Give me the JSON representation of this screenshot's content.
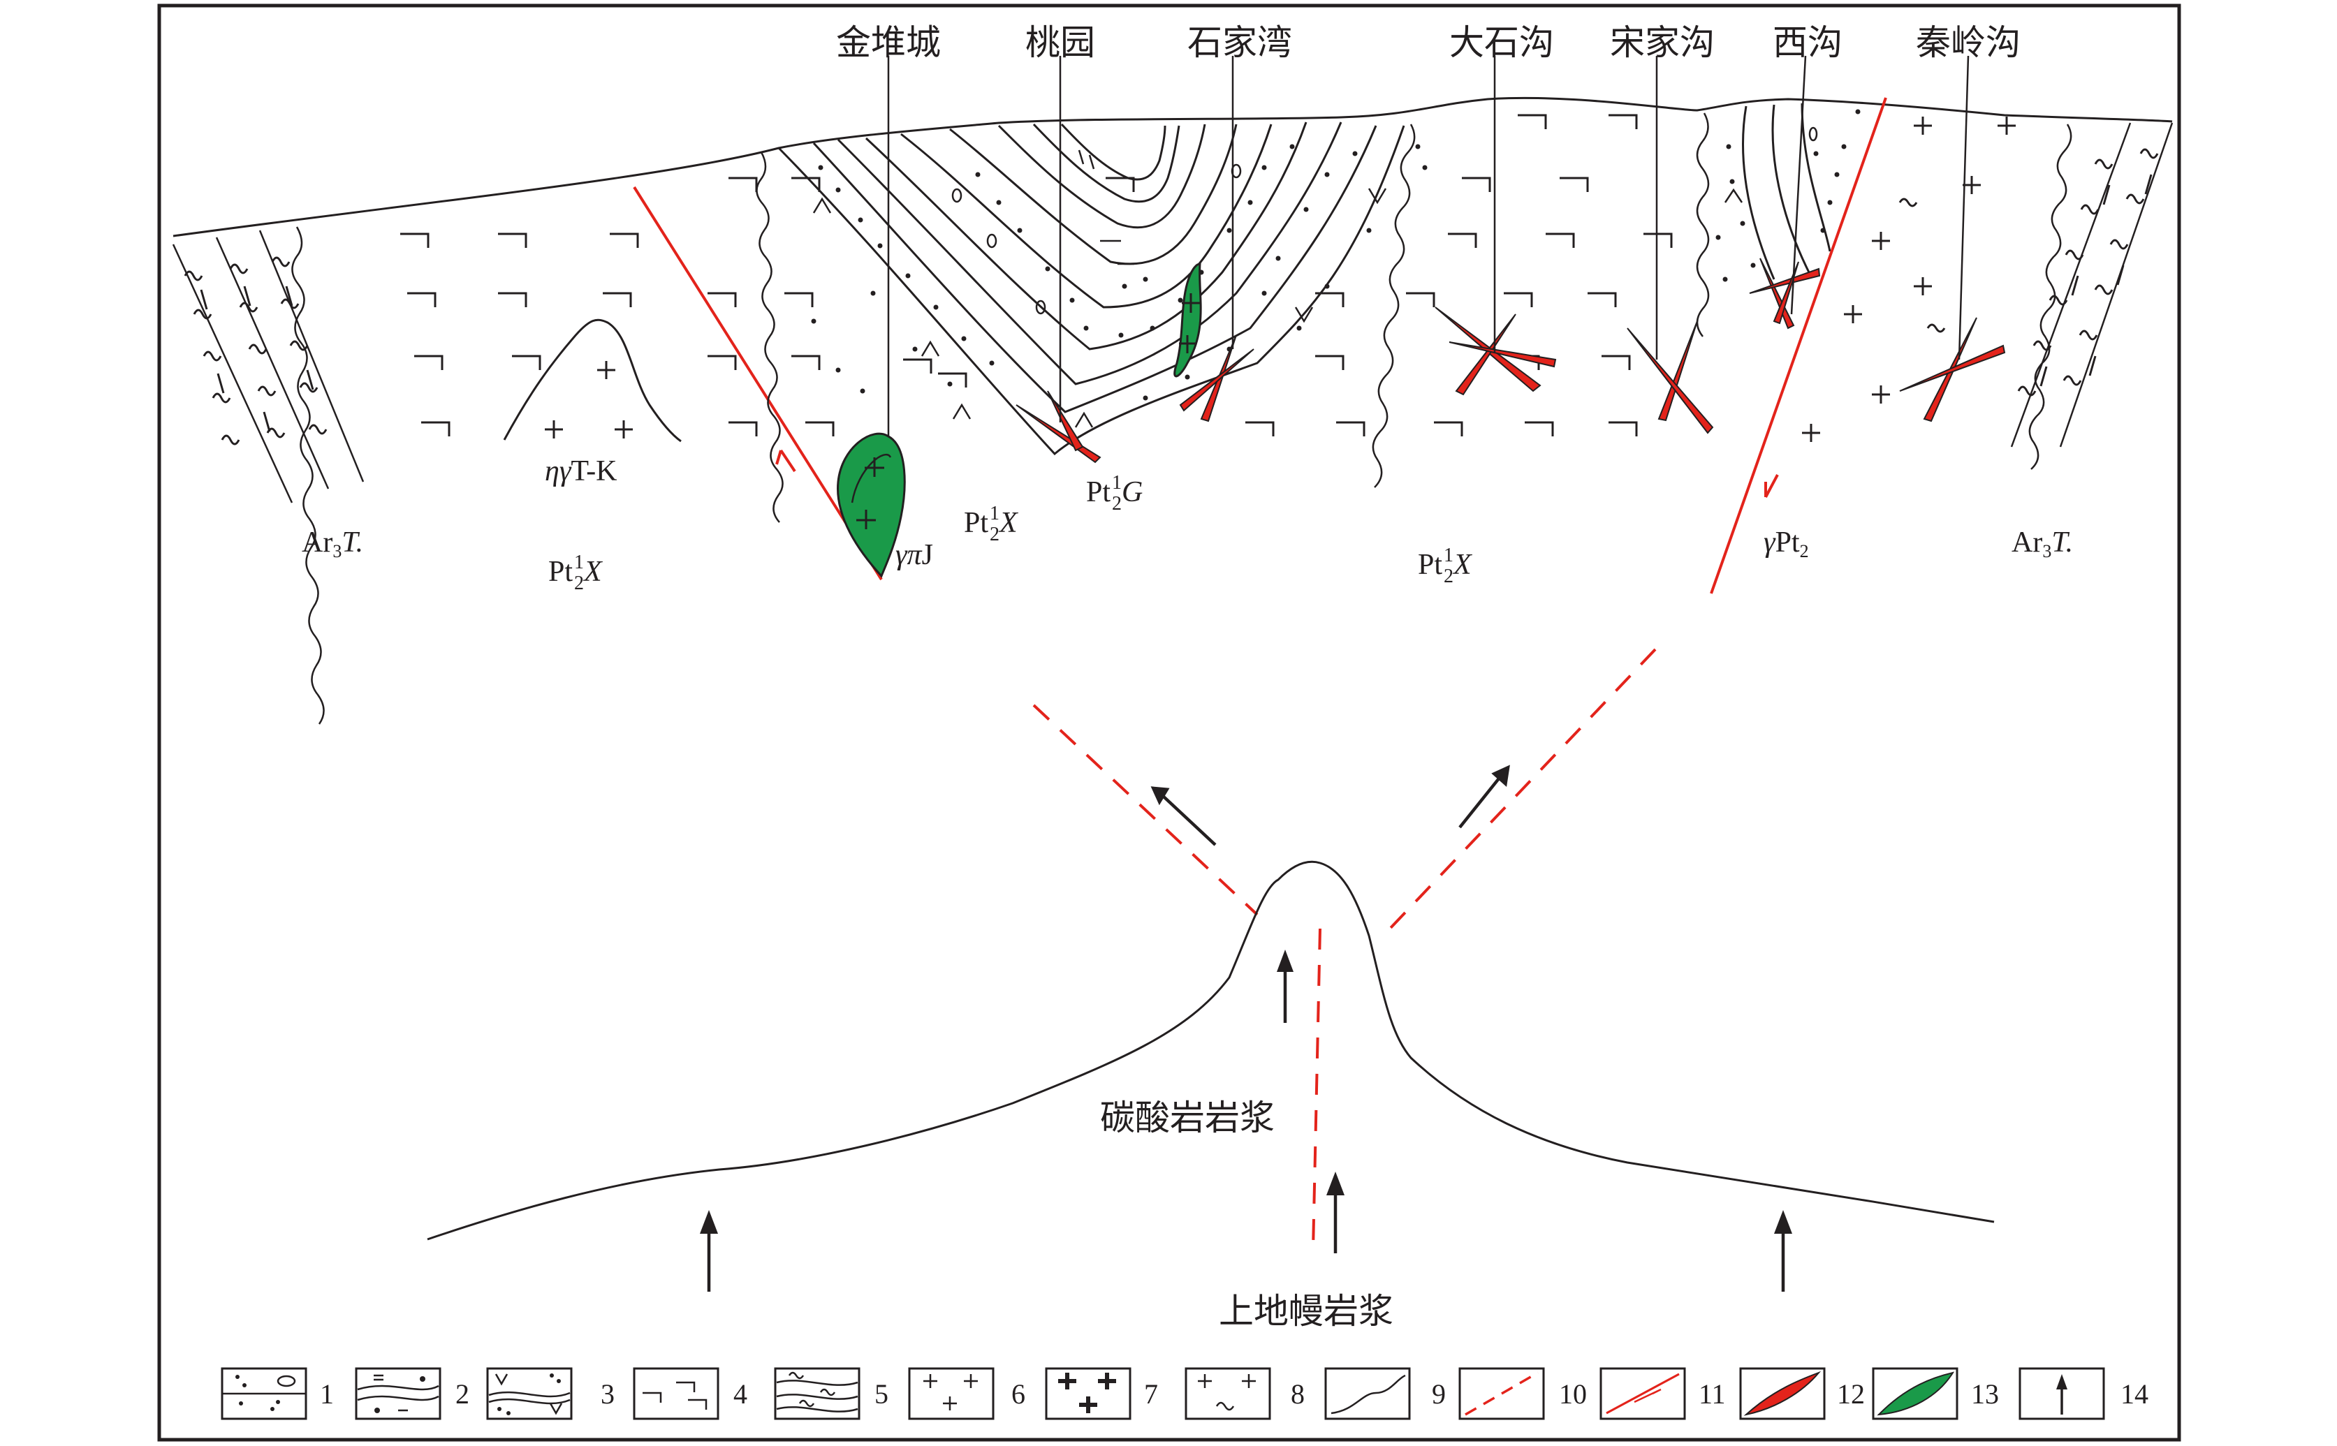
{
  "localities": [
    {
      "label": "金堆城"
    },
    {
      "label": "桃园"
    },
    {
      "label": "石家湾"
    },
    {
      "label": "大石沟"
    },
    {
      "label": "宋家沟"
    },
    {
      "label": "西沟"
    },
    {
      "label": "秦岭沟"
    }
  ],
  "units": {
    "ar3t_left": {
      "base": "Ar",
      "sub": "3",
      "rest": "T."
    },
    "ar3t_right": {
      "base": "Ar",
      "sub": "3",
      "rest": "T."
    },
    "pt21x_a": {
      "base": "Pt",
      "sup": "1",
      "sub": "2",
      "rest": "X"
    },
    "pt21x_b": {
      "base": "Pt",
      "sup": "1",
      "sub": "2",
      "rest": "X"
    },
    "pt21x_c": {
      "base": "Pt",
      "sup": "1",
      "sub": "2",
      "rest": "X"
    },
    "pt21g": {
      "base": "Pt",
      "sup": "1",
      "sub": "2",
      "rest": "G"
    },
    "eta_gamma_tk": {
      "greek": "ηγ",
      "rest": "T-K"
    },
    "gamma_pi_j": {
      "greek": "γπ",
      "rest": "J"
    },
    "gamma_pt2": {
      "greek": "γ",
      "base": "Pt",
      "sub": "2"
    }
  },
  "magma": {
    "carbonatite": "碳酸岩岩浆",
    "mantle": "上地幔岩浆"
  },
  "legend": [
    "1",
    "2",
    "3",
    "4",
    "5",
    "6",
    "7",
    "8",
    "9",
    "10",
    "11",
    "12",
    "13",
    "14"
  ],
  "colors": {
    "line": "#231f20",
    "fault_red": "#e3231b",
    "dyke_red": "#e3231b",
    "intrusion_green": "#1a9a49"
  }
}
